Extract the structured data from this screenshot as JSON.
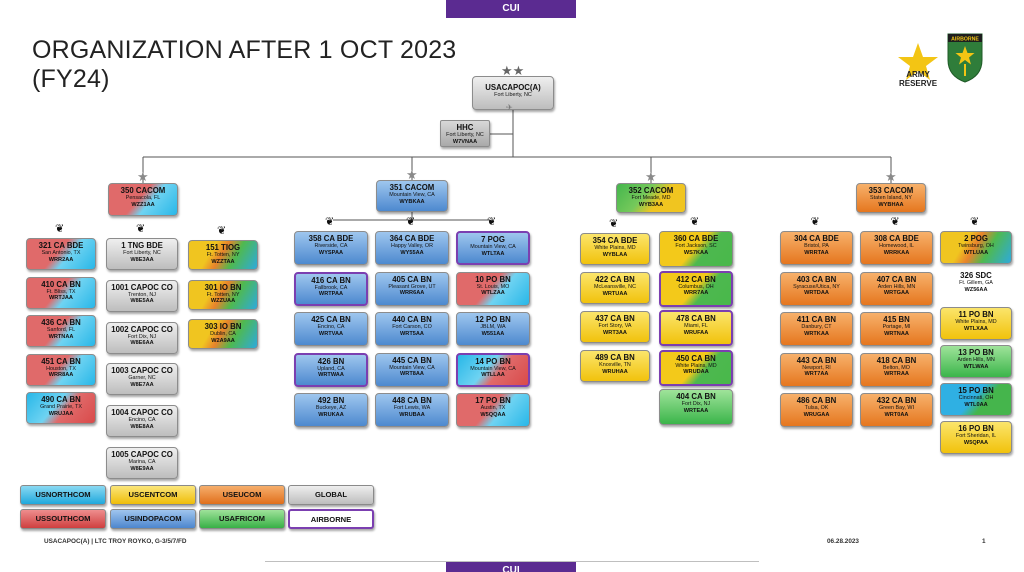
{
  "banner": "CUI",
  "title_line1": "ORGANIZATION AFTER 1 OCT 2023",
  "title_line2": "(FY24)",
  "logos": {
    "army_reserve_line1": "ARMY",
    "army_reserve_line2": "RESERVE",
    "airborne_tab": "AIRBORNE"
  },
  "hq": {
    "name": "USACAPOC(A)",
    "loc": "Fort Liberty, NC"
  },
  "hhc": {
    "name": "HHC",
    "loc": "Fort Liberty, NC",
    "code": "W7VNAA"
  },
  "commands": [
    {
      "name": "350 CACOM",
      "loc": "Pensacola, FL",
      "code": "WZZ1AA"
    },
    {
      "name": "351 CACOM",
      "loc": "Mountain View, CA",
      "code": "WYBKAA"
    },
    {
      "name": "352 CACOM",
      "loc": "Fort Meade, MD",
      "code": "WYB3AA"
    },
    {
      "name": "353 CACOM",
      "loc": "Staten Island, NY",
      "code": "WYBHAA"
    }
  ],
  "units": {
    "c350a": [
      {
        "name": "321 CA BDE",
        "loc": "San Antonio, TX",
        "code": "WRR2AA"
      },
      {
        "name": "410 CA BN",
        "loc": "Ft. Bliss, TX",
        "code": "WRTJAA"
      },
      {
        "name": "436 CA BN",
        "loc": "Sanford, FL",
        "code": "WRTNAA"
      },
      {
        "name": "451 CA BN",
        "loc": "Houston, TX",
        "code": "WRR8AA"
      },
      {
        "name": "490 CA BN",
        "loc": "Grand Prairie, TX",
        "code": "WRUJAA"
      }
    ],
    "c350b": [
      {
        "name": "1 TNG BDE",
        "loc": "Fort Liberty, NC",
        "code": "W8E3AA"
      },
      {
        "name": "1001 CAPOC CO",
        "loc": "Trenton, NJ",
        "code": "W8E5AA"
      },
      {
        "name": "1002 CAPOC CO",
        "loc": "Fort Dix, NJ",
        "code": "W8E6AA"
      },
      {
        "name": "1003 CAPOC CO",
        "loc": "Garner, NC",
        "code": "W8E7AA"
      },
      {
        "name": "1004 CAPOC CO",
        "loc": "Encino, CA",
        "code": "W8E8AA"
      },
      {
        "name": "1005 CAPOC CO",
        "loc": "Marina, CA",
        "code": "W8E9AA"
      }
    ],
    "c350c": [
      {
        "name": "151 TIOG",
        "loc": "Ft. Totten, NY",
        "code": "WZZTAA"
      },
      {
        "name": "301 IO BN",
        "loc": "Ft. Totten, NY",
        "code": "WZZUAA"
      },
      {
        "name": "303 IO BN",
        "loc": "Dublin, CA",
        "code": "W2A9AA"
      }
    ],
    "c351a": [
      {
        "name": "358 CA BDE",
        "loc": "Riverside, CA",
        "code": "WYSPAA"
      },
      {
        "name": "416 CA BN",
        "loc": "Fallbrook, CA",
        "code": "WRTPAA"
      },
      {
        "name": "425 CA BN",
        "loc": "Encino, CA",
        "code": "WRTVAA"
      },
      {
        "name": "426 BN",
        "loc": "Upland, CA",
        "code": "WRTWAA"
      },
      {
        "name": "492 BN",
        "loc": "Buckeye, AZ",
        "code": "WRUKAA"
      }
    ],
    "c351b": [
      {
        "name": "364 CA BDE",
        "loc": "Happy Valley, OR",
        "code": "WY55AA"
      },
      {
        "name": "405 CA BN",
        "loc": "Pleasant Grove, UT",
        "code": "WRR6AA"
      },
      {
        "name": "440 CA BN",
        "loc": "Fort Carson, CO",
        "code": "WRT5AA"
      },
      {
        "name": "445 CA BN",
        "loc": "Mountain View, CA",
        "code": "WRT8AA"
      },
      {
        "name": "448 CA BN",
        "loc": "Fort Lewis, WA",
        "code": "WRUBAA"
      }
    ],
    "c351c": [
      {
        "name": "7 POG",
        "loc": "Mountain View, CA",
        "code": "WTLTAA"
      },
      {
        "name": "10 PO BN",
        "loc": "St. Louis, MO",
        "code": "WTLZAA"
      },
      {
        "name": "12 PO BN",
        "loc": "JBLM, WA",
        "code": "W551AA"
      },
      {
        "name": "14 PO BN",
        "loc": "Mountain View, CA",
        "code": "WTLLAA"
      },
      {
        "name": "17 PO BN",
        "loc": "Austin, TX",
        "code": "W5QQAA"
      }
    ],
    "c352a": [
      {
        "name": "354 CA BDE",
        "loc": "White Plains, MD",
        "code": "WYBLAA"
      },
      {
        "name": "422 CA BN",
        "loc": "McLeansville, NC",
        "code": "WRTUAA"
      },
      {
        "name": "437 CA BN",
        "loc": "Fort Story, VA",
        "code": "WRT3AA"
      },
      {
        "name": "489 CA BN",
        "loc": "Knoxville, TN",
        "code": "WRUHAA"
      }
    ],
    "c352b": [
      {
        "name": "360 CA BDE",
        "loc": "Fort Jackson, SC",
        "code": "WS7KAA"
      },
      {
        "name": "412 CA BN",
        "loc": "Columbus, OH",
        "code": "WRR7AA"
      },
      {
        "name": "478 CA BN",
        "loc": "Miami, FL",
        "code": "WRUFAA"
      },
      {
        "name": "450 CA BN",
        "loc": "White Plains, MD",
        "code": "WRUDAA"
      },
      {
        "name": "404 CA BN",
        "loc": "Fort Dix, NJ",
        "code": "WRTEAA"
      }
    ],
    "c353a": [
      {
        "name": "304 CA BDE",
        "loc": "Bristol, PA",
        "code": "WRRTAA"
      },
      {
        "name": "403 CA BN",
        "loc": "Syracuse/Utica, NY",
        "code": "WRTDAA"
      },
      {
        "name": "411 CA BN",
        "loc": "Danbury, CT",
        "code": "WRTKAA"
      },
      {
        "name": "443 CA BN",
        "loc": "Newport, RI",
        "code": "WRT7AA"
      },
      {
        "name": "486 CA BN",
        "loc": "Tulsa, OK",
        "code": "WRUGAA"
      }
    ],
    "c353b": [
      {
        "name": "308 CA BDE",
        "loc": "Homewood, IL",
        "code": "WRRKAA"
      },
      {
        "name": "407 CA BN",
        "loc": "Arden Hills, MN",
        "code": "WRTGAA"
      },
      {
        "name": "415 BN",
        "loc": "Portage, MI",
        "code": "WRTNAA"
      },
      {
        "name": "418 CA BN",
        "loc": "Belton, MO",
        "code": "WRTRAA"
      },
      {
        "name": "432 CA BN",
        "loc": "Green Bay, WI",
        "code": "WRT0AA"
      }
    ],
    "c353c": [
      {
        "name": "2 POG",
        "loc": "Twinsburg, OH",
        "code": "WTLUAA"
      },
      {
        "name": "326 SDC",
        "loc": "Ft. Gillem, GA",
        "code": "WZ56AA"
      },
      {
        "name": "11 PO BN",
        "loc": "White Plains, MD",
        "code": "WTLXAA"
      },
      {
        "name": "13 PO BN",
        "loc": "Arden Hills, MN",
        "code": "WTLWAA"
      },
      {
        "name": "15 PO BN",
        "loc": "Cincinnati, OH",
        "code": "WTL0AA"
      },
      {
        "name": "16 PO BN",
        "loc": "Fort Sheridan, IL",
        "code": "W5QPAA"
      }
    ]
  },
  "legend": [
    {
      "label": "USNORTHCOM",
      "color": "#2eb8e8"
    },
    {
      "label": "USCENTCOM",
      "color": "#f3c514"
    },
    {
      "label": "USEUCOM",
      "color": "#e8782a"
    },
    {
      "label": "GLOBAL",
      "color": "#c8c8c8"
    },
    {
      "label": "USSOUTHCOM",
      "color": "#d94c4c"
    },
    {
      "label": "USINDOPACOM",
      "color": "#5f93d6"
    },
    {
      "label": "USAFRICOM",
      "color": "#46b34a"
    },
    {
      "label": "AIRBORNE",
      "color": "#7b3fb0"
    }
  ],
  "footer": {
    "left": "USACAPOC(A)   |   LTC TROY ROYKO, G-3/5/7/FD",
    "date": "06.28.2023",
    "page": "1"
  }
}
